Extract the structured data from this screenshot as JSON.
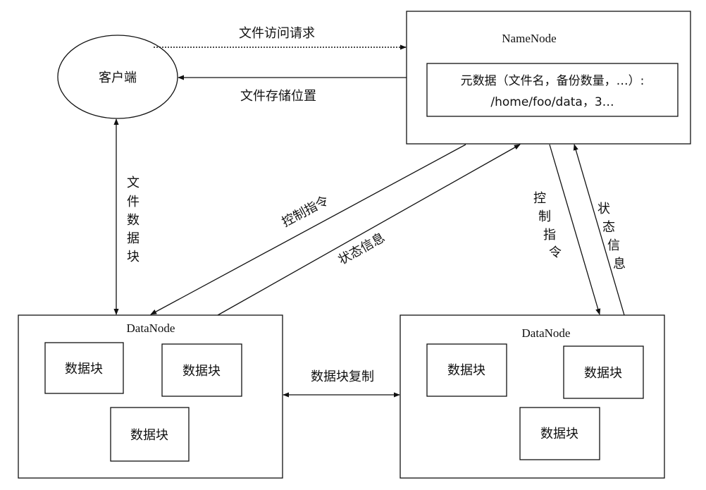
{
  "client": {
    "label": "客户端"
  },
  "namenode": {
    "title": "NameNode",
    "metadata_line1": "元数据（文件名，备份数量，…）:",
    "metadata_line2": "/home/foo/data，3…"
  },
  "datanode_left": {
    "title": "DataNode",
    "blocks": [
      "数据块",
      "数据块",
      "数据块"
    ]
  },
  "datanode_right": {
    "title": "DataNode",
    "blocks": [
      "数据块",
      "数据块",
      "数据块"
    ]
  },
  "edges": {
    "file_access_request": "文件访问请求",
    "file_storage_location": "文件存储位置",
    "file_data_block": [
      "文",
      "件",
      "数",
      "据",
      "块"
    ],
    "control_command_left": "控制指令",
    "status_info_left": "状态信息",
    "control_command_right": [
      "控",
      "制",
      "指",
      "令"
    ],
    "status_info_right": [
      "状",
      "态",
      "信",
      "息"
    ],
    "block_replication": "数据块复制"
  }
}
